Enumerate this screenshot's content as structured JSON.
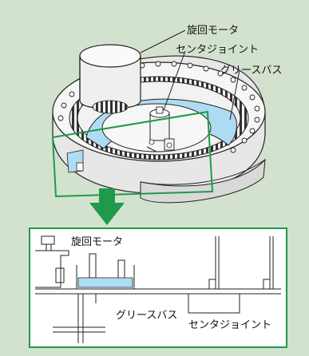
{
  "labels": {
    "top_motor": "旋回モータ",
    "top_center_joint": "センタジョイント",
    "top_grease_bath": "グリースバス",
    "bottom_motor": "旋回モータ",
    "bottom_grease_bath": "グリースバス",
    "bottom_center_joint": "センタジョイント"
  },
  "colors": {
    "background": "#d3e2cf",
    "highlight_green": "#1f9a4a",
    "grease_blue": "#aedcf3",
    "line": "#222222"
  }
}
